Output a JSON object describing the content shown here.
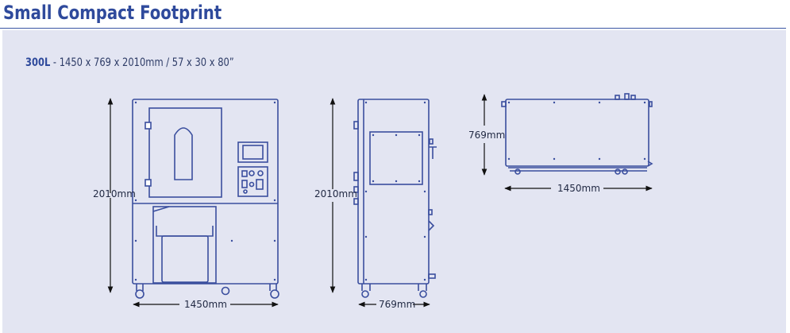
{
  "title": "Small Compact Footprint",
  "spec": {
    "model": "300L",
    "dimensions": " - 1450 x 769 x 2010mm / 57 x 30 x 80”"
  },
  "colors": {
    "accent": "#2f4a9c",
    "panel_bg": "#e3e5f2",
    "line": "#3a4e9e"
  },
  "views": {
    "front": {
      "height_label": "2010mm",
      "width_label": "1450mm"
    },
    "side": {
      "height_label": "2010mm",
      "width_label": "769mm"
    },
    "top": {
      "depth_label": "769mm",
      "width_label": "1450mm"
    }
  }
}
